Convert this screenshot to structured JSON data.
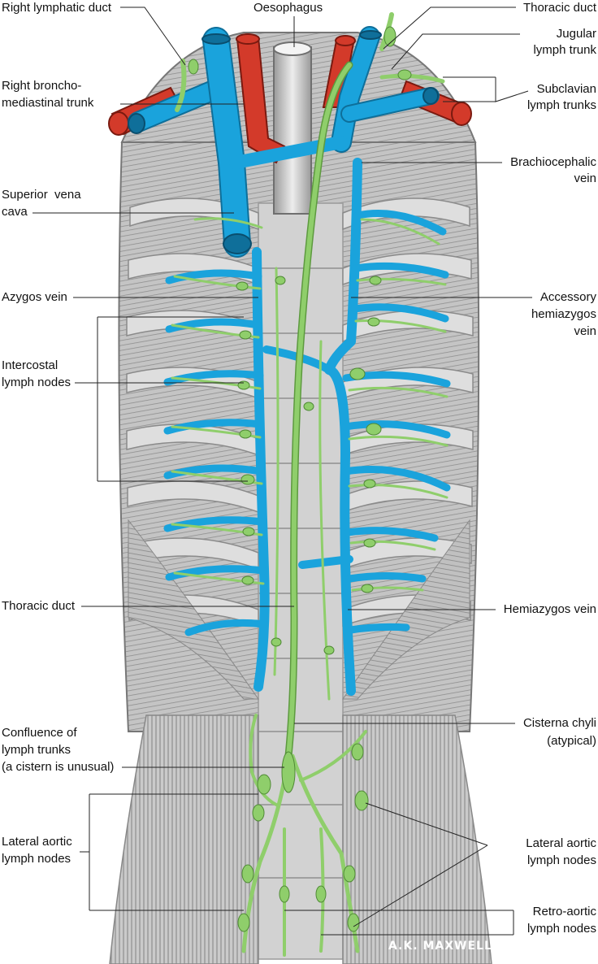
{
  "figure": {
    "colors": {
      "vein": "#1aa3dc",
      "artery": "#d33a2a",
      "lymph": "#8fce6b",
      "muscle": "#b8b8b8",
      "bone": "#e4e4e4",
      "leader": "#222222"
    },
    "signature": "A.K. MAXWELL",
    "labels": {
      "right_lymphatic_duct": "Right lymphatic duct",
      "oesophagus": "Oesophagus",
      "thoracic_duct_top": "Thoracic duct",
      "jugular_trunk_1": "Jugular",
      "jugular_trunk_2": "lymph trunk",
      "right_broncho_1": "Right broncho-",
      "right_broncho_2": "mediastinal trunk",
      "subclavian_1": "Subclavian",
      "subclavian_2": "lymph trunks",
      "brachio_1": "Brachiocephalic",
      "brachio_2": "vein",
      "svc_1": "Superior  vena",
      "svc_2": "cava",
      "azygos": "Azygos vein",
      "accessory_1": "Accessory",
      "accessory_2": "hemiazygos",
      "accessory_3": "vein",
      "intercostal_1": "Intercostal",
      "intercostal_2": "lymph nodes",
      "thoracic_duct_mid": "Thoracic duct",
      "hemiazygos": "Hemiazygos vein",
      "confluence_1": "Confluence of",
      "confluence_2": "lymph trunks",
      "confluence_3": "(a cistern is unusual)",
      "cisterna_1": "Cisterna chyli",
      "cisterna_2": "(atypical)",
      "lat_aortic_left_1": "Lateral aortic",
      "lat_aortic_left_2": "lymph nodes",
      "lat_aortic_right_1": "Lateral aortic",
      "lat_aortic_right_2": "lymph nodes",
      "retro_1": "Retro-aortic",
      "retro_2": "lymph nodes"
    }
  }
}
